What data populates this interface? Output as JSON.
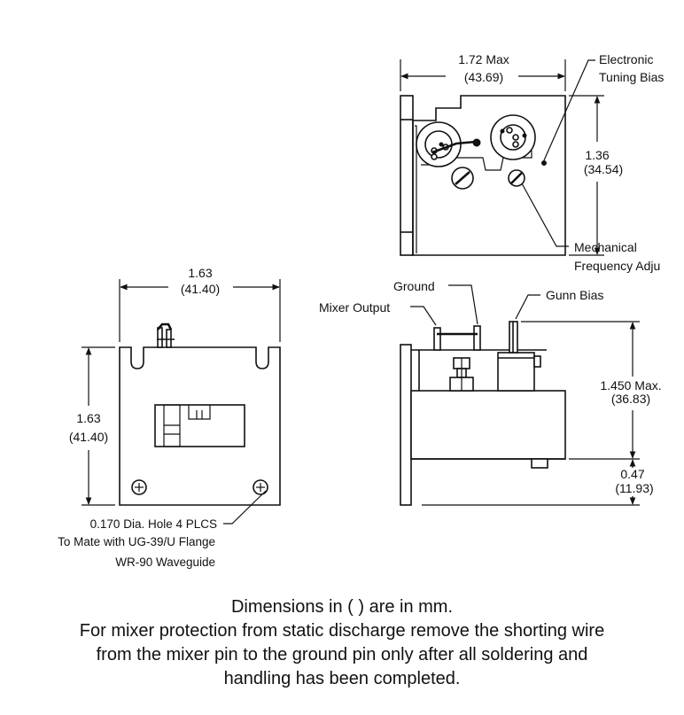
{
  "top_view": {
    "width_in": "1.72 Max",
    "width_mm": "(43.69)",
    "height_in": "1.36",
    "height_mm": "(34.54)",
    "label_electronic_1": "Electronic",
    "label_electronic_2": "Tuning Bias",
    "label_mechanical_1": "Mechanical",
    "label_mechanical_2": "Frequency Adju"
  },
  "front_view": {
    "width_in": "1.63",
    "width_mm": "(41.40)",
    "height_in": "1.63",
    "height_mm": "(41.40)",
    "hole_note_1": "0.170 Dia. Hole  4 PLCS",
    "hole_note_2": "To Mate with UG-39/U Flange",
    "hole_note_3": "WR-90 Waveguide"
  },
  "side_view": {
    "label_ground": "Ground",
    "label_mixer_output": "Mixer Output",
    "label_gunn_bias": "Gunn Bias",
    "height_in": "1.450 Max.",
    "height_mm": "(36.83)",
    "offset_in": "0.47",
    "offset_mm": "(11.93)"
  },
  "notes": {
    "line_1": "Dimensions in ( ) are in mm.",
    "line_2": "For mixer protection from static discharge remove the shorting wire",
    "line_3": "from the mixer pin to the ground pin only after all soldering and",
    "line_4": "handling has been completed."
  }
}
